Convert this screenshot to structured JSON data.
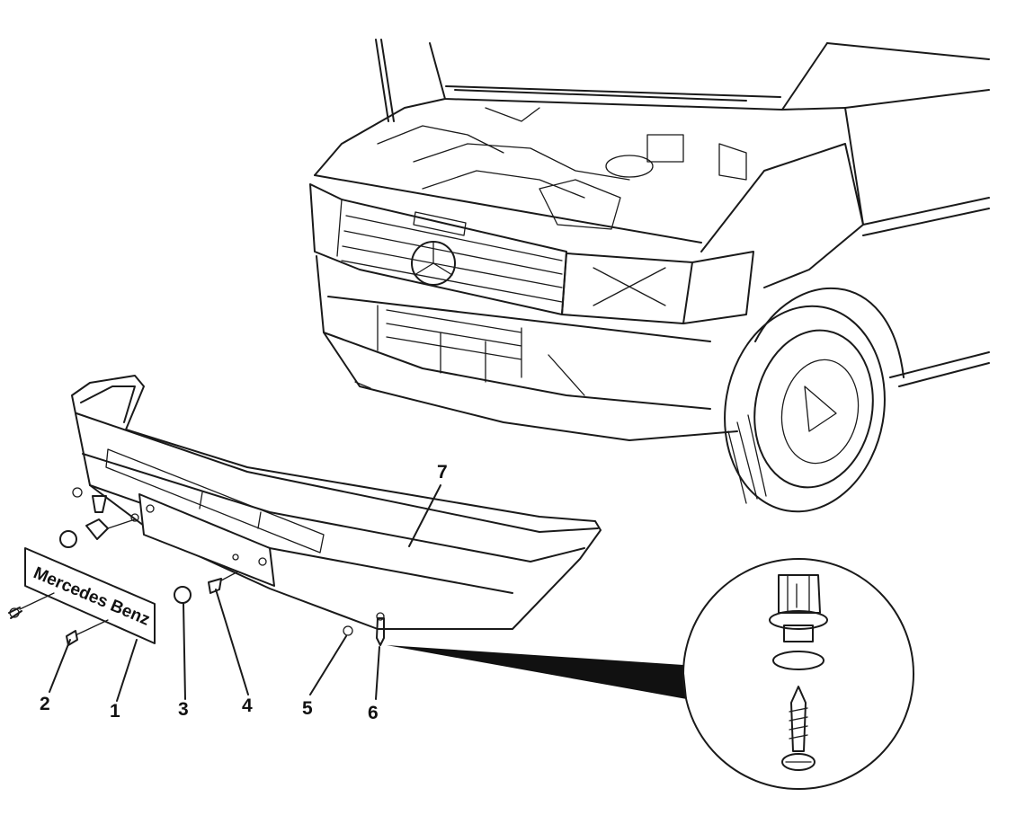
{
  "callouts": [
    "1",
    "2",
    "3",
    "4",
    "5",
    "6",
    "7"
  ],
  "plate_text": "Mercedes Benz",
  "line_color": "#1a1a1a",
  "background": "#ffffff"
}
